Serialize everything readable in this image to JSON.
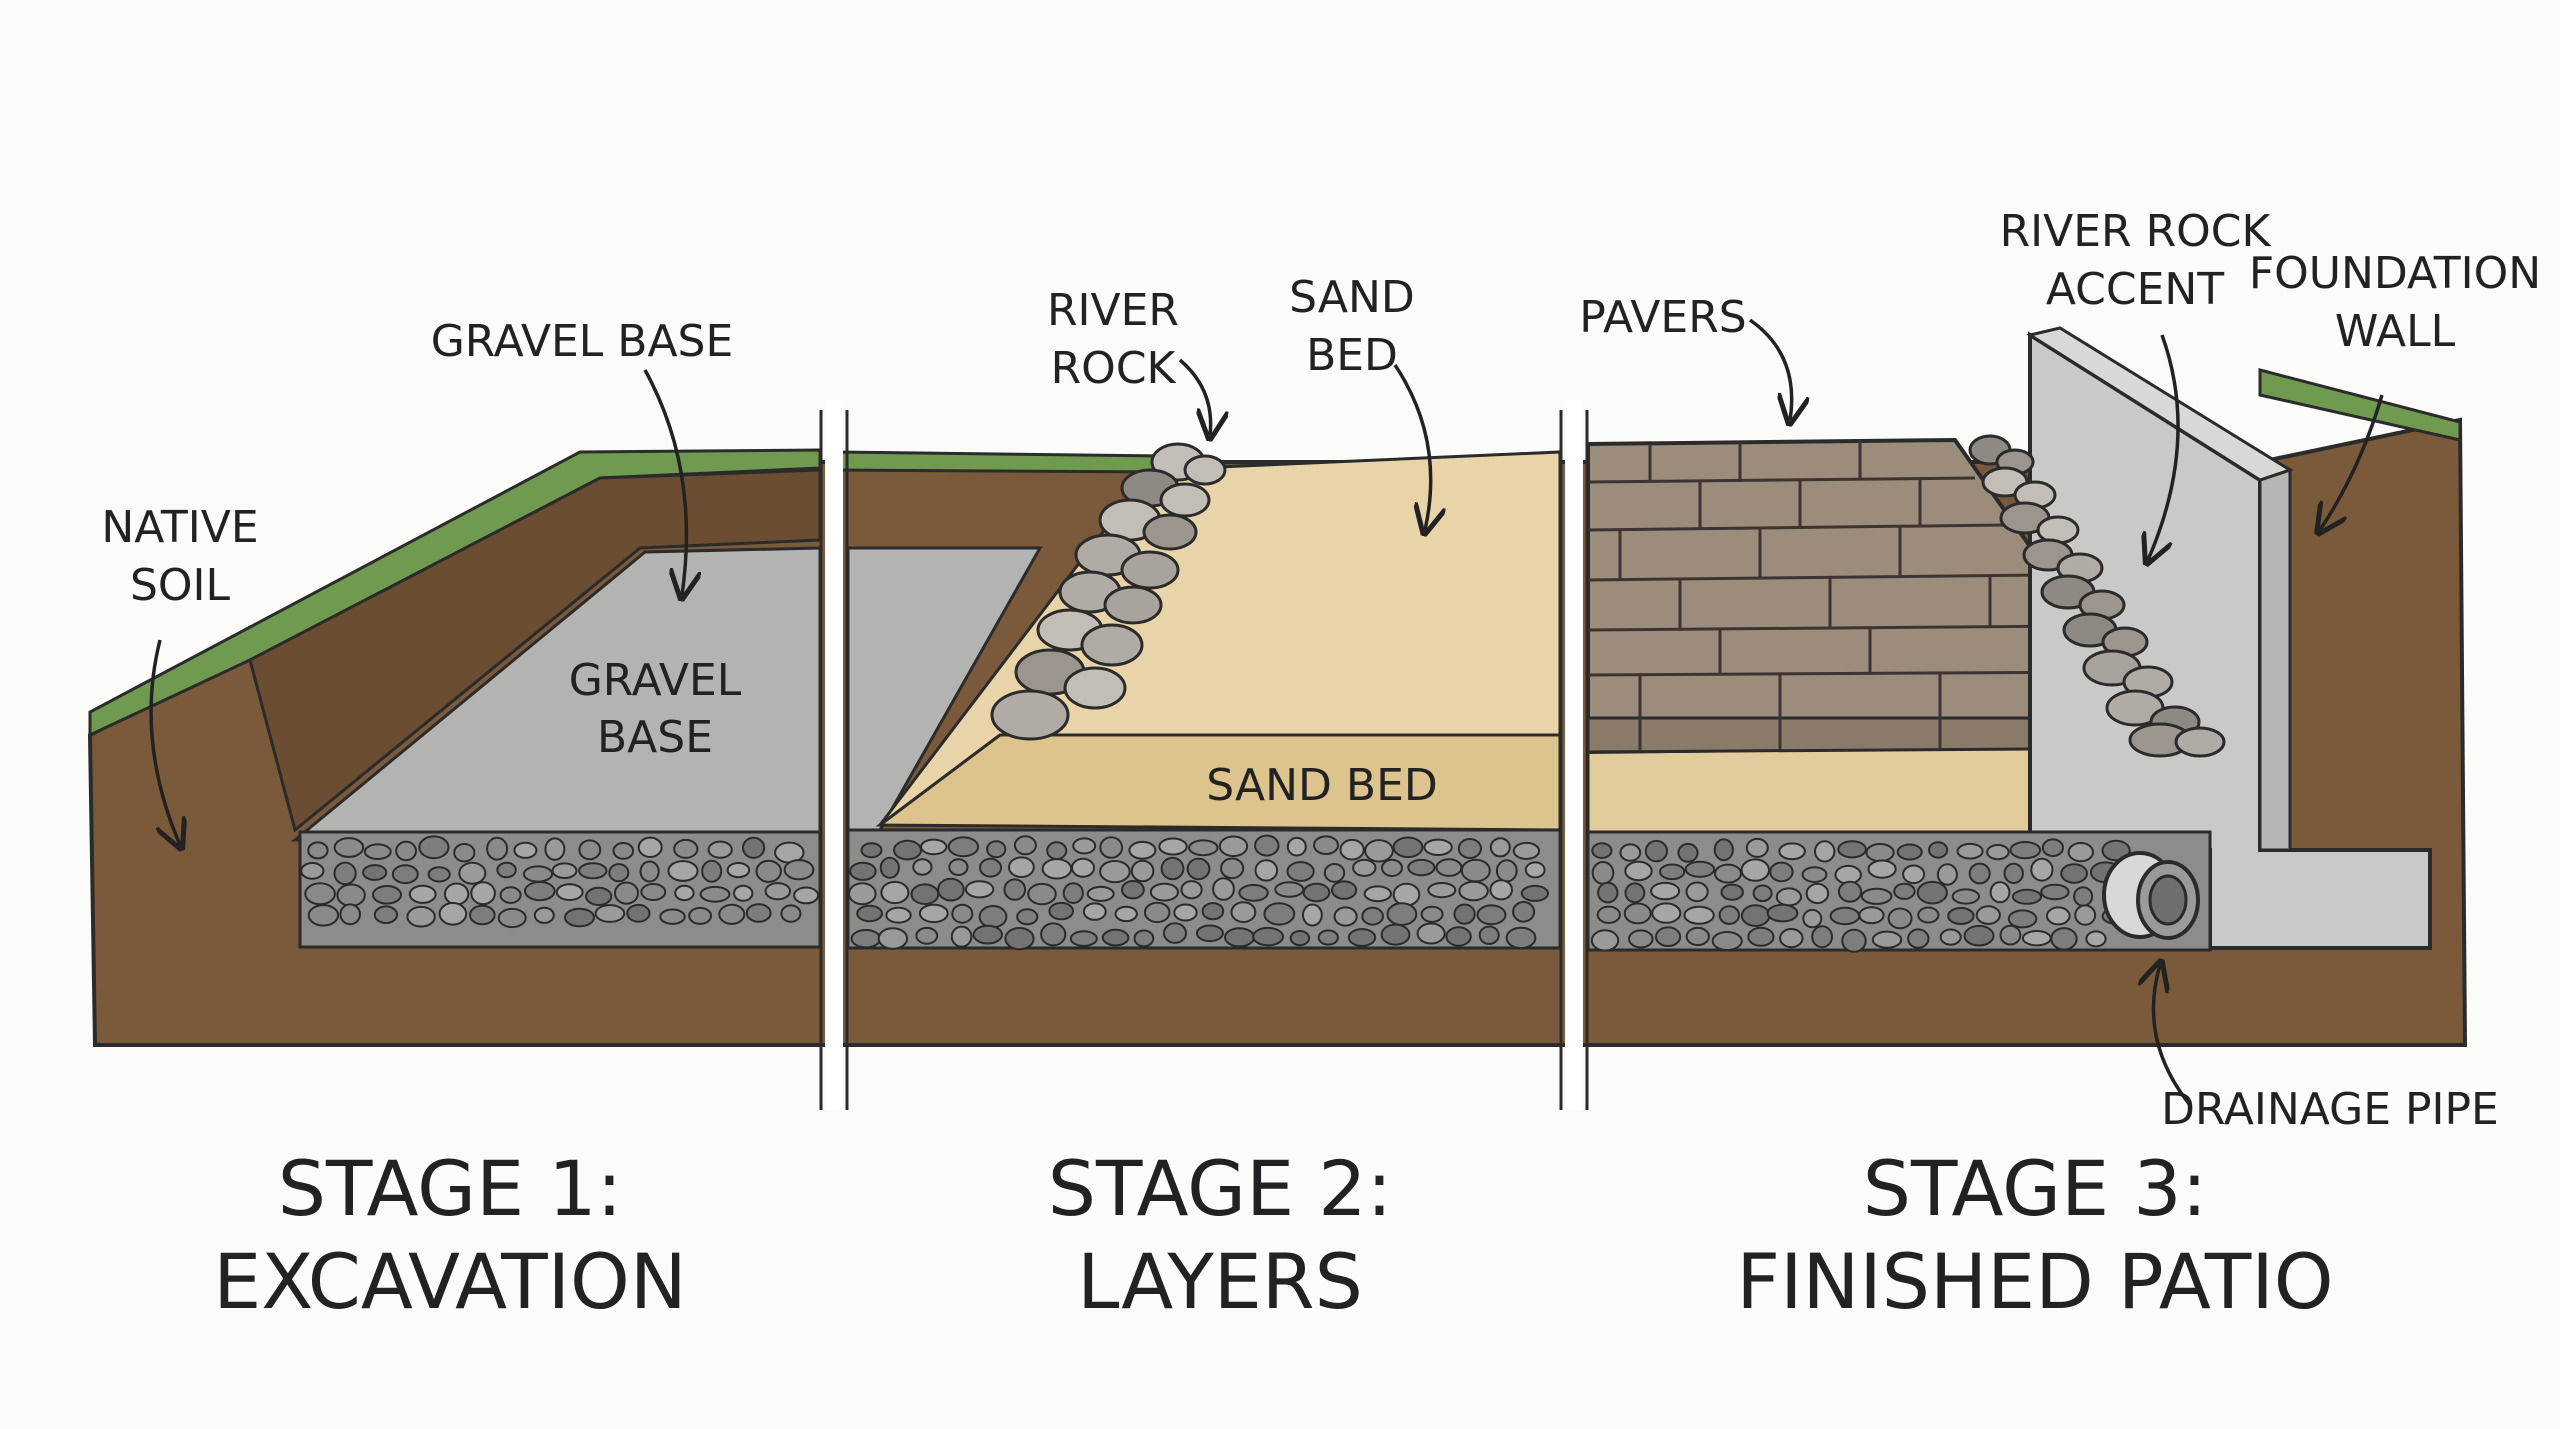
{
  "labels": {
    "native_soil": [
      "NATIVE",
      "SOIL"
    ],
    "gravel_base_top": "GRAVEL BASE",
    "gravel_base_inner": [
      "GRAVEL",
      "BASE"
    ],
    "river_rock": [
      "RIVER",
      "ROCK"
    ],
    "sand_bed_top": [
      "SAND",
      "BED"
    ],
    "sand_bed_inner": "SAND BED",
    "pavers": "PAVERS",
    "river_rock_accent": [
      "RIVER ROCK",
      "ACCENT"
    ],
    "foundation_wall": [
      "FOUNDATION",
      "WALL"
    ],
    "drainage_pipe": "DRAINAGE PIPE"
  },
  "stages": [
    {
      "title": "STAGE 1:",
      "subtitle": "EXCAVATION"
    },
    {
      "title": "STAGE 2:",
      "subtitle": "LAYERS"
    },
    {
      "title": "STAGE 3:",
      "subtitle": "FINISHED PATIO"
    }
  ],
  "colors": {
    "soil": "#7a5a3a",
    "soil_dark": "#5e4329",
    "grass": "#6f9a4f",
    "gravel": "#b3b3b1",
    "rock_fill": "#8c8c8a",
    "sand": "#e8d4a8",
    "paver": "#9c8c7c",
    "concrete": "#c9c9c7",
    "outline": "#2b2b2b"
  }
}
